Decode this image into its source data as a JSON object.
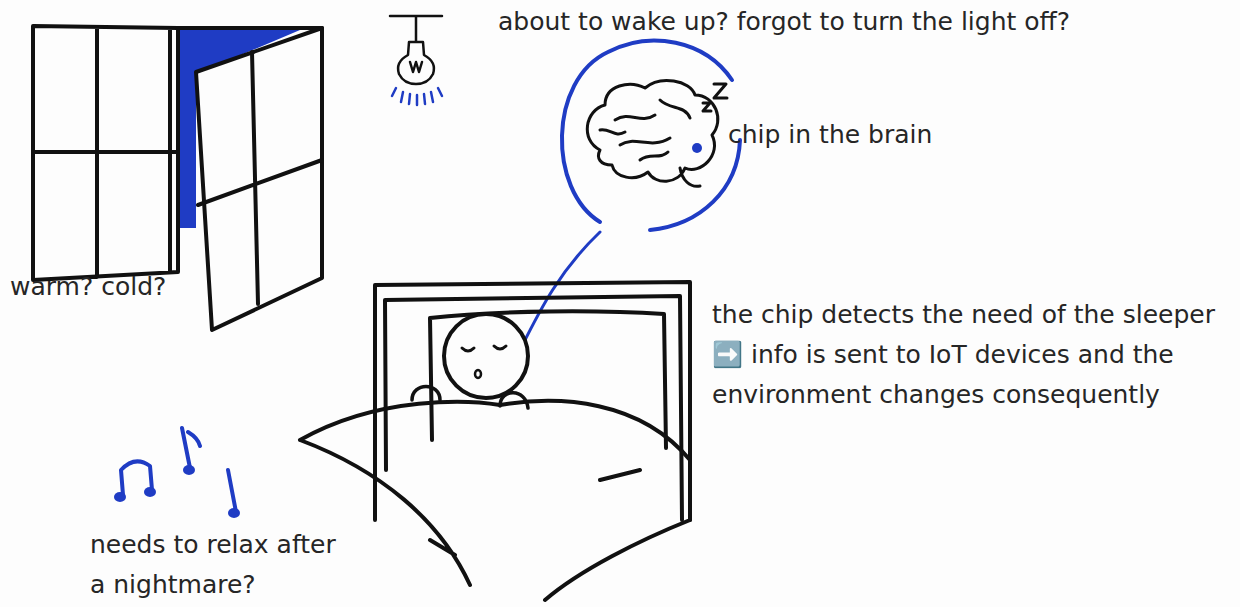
{
  "diagram": {
    "labels": [
      "about to wake up? forgot to turn the light off?",
      "chip in the brain",
      "warm? cold?",
      "the chip detects the need of the sleeper ➡️ info is sent to IoT devices and the environment changes consequently",
      "needs to relax after a nightmare?"
    ]
  }
}
